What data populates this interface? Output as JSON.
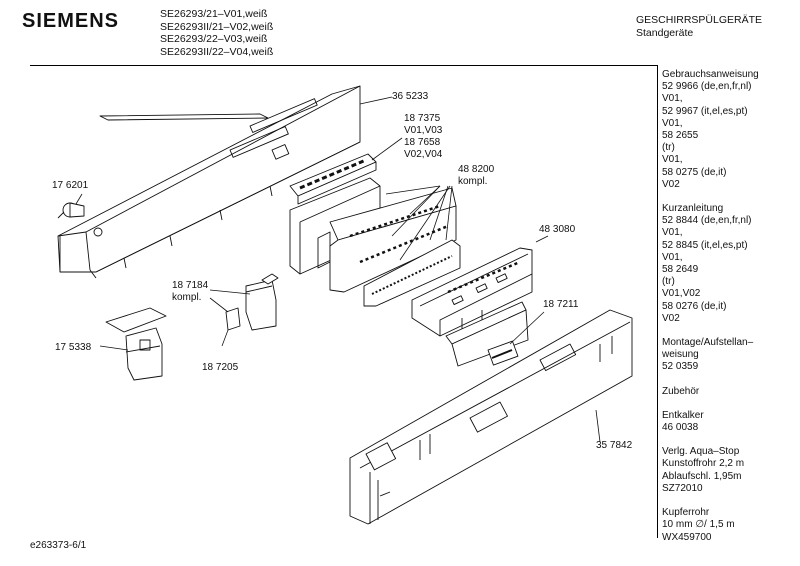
{
  "header": {
    "brand": "SIEMENS",
    "models": [
      "SE26293/21–V01,weiß",
      "SE26293II/21–V02,weiß",
      "SE26293/22–V03,weiß",
      "SE26293II/22–V04,weiß"
    ],
    "category_line1": "GESCHIRRSPÜLGERÄTE",
    "category_line2": "Standgeräte"
  },
  "sidebar": {
    "blocks": [
      [
        "Gebrauchsanweisung",
        "52 9966 (de,en,fr,nl)",
        "V01,",
        "52 9967 (it,el,es,pt)",
        "V01,",
        "58 2655",
        "(tr)",
        "V01,",
        "58 0275 (de,it)",
        "V02"
      ],
      [
        "Kurzanleitung",
        "52 8844 (de,en,fr,nl)",
        "V01,",
        "52 8845 (it,el,es,pt)",
        "V01,",
        "58 2649",
        "(tr)",
        "V01,V02",
        "58 0276 (de,it)",
        "V02"
      ],
      [
        "Montage/Aufstellan–",
        "weisung",
        "52 0359"
      ],
      [
        "Zubehör"
      ],
      [
        "Entkalker",
        "46 0038"
      ],
      [
        "Verlg. Aqua–Stop",
        "Kunstoffrohr 2,2 m",
        "Ablaufschl. 1,95m",
        "SZ72010"
      ],
      [
        "Kupferrohr",
        "10 mm ∅/ 1,5 m",
        "WX459700"
      ]
    ]
  },
  "parts": {
    "p365233": "36 5233",
    "p187375": "18 7375",
    "p187375_v": "V01,V03",
    "p187658": "18 7658",
    "p187658_v": "V02,V04",
    "p488200": "48 8200",
    "p488200_note": "kompl.",
    "p176201": "17 6201",
    "p483080": "48 3080",
    "p187184": "18 7184",
    "p187184_note": "kompl.",
    "p187211": "18 7211",
    "p175338": "17 5338",
    "p187205": "18 7205",
    "p357842": "35 7842"
  },
  "footer": {
    "ref": "e263373-6/1"
  }
}
